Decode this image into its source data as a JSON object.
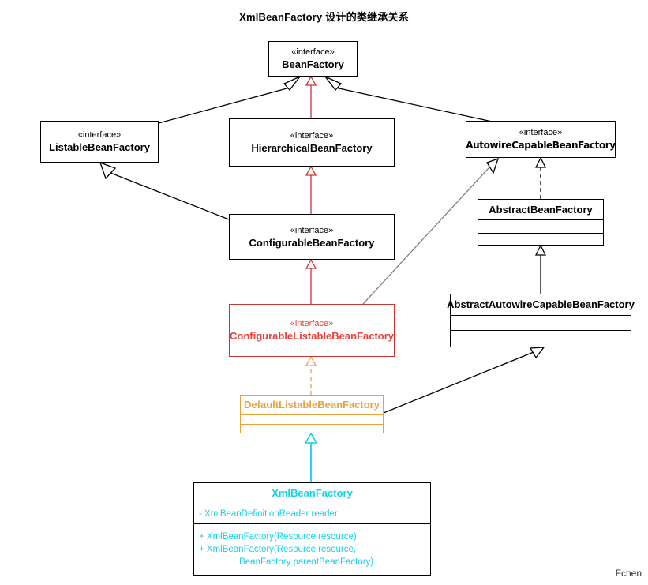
{
  "title": "XmlBeanFactory 设计的类继承关系",
  "watermark": "Fchen",
  "colors": {
    "black": "#000000",
    "red": "#e8413c",
    "red_border": "#cc3333",
    "orange": "#e8a33d",
    "cyan": "#15d2e8",
    "gray_line": "#808080",
    "background": "#ffffff"
  },
  "stereotype_label": "«interface»",
  "classes": {
    "bean_factory": {
      "stereotype": "«interface»",
      "name": "BeanFactory",
      "kind": "interface",
      "color": "black"
    },
    "listable_bean_factory": {
      "stereotype": "«interface»",
      "name": "ListableBeanFactory",
      "kind": "interface",
      "color": "black"
    },
    "hierarchical_bean_factory": {
      "stereotype": "«interface»",
      "name": "HierarchicalBeanFactory",
      "kind": "interface",
      "color": "black"
    },
    "autowire_capable_bean_factory": {
      "stereotype": "«interface»",
      "name": "AutowireCapableBeanFactory",
      "kind": "interface",
      "color": "black"
    },
    "configurable_bean_factory": {
      "stereotype": "«interface»",
      "name": "ConfigurableBeanFactory",
      "kind": "interface",
      "color": "black"
    },
    "abstract_bean_factory": {
      "name": "AbstractBeanFactory",
      "kind": "class",
      "color": "black",
      "fields": "",
      "methods": ""
    },
    "configurable_listable_bean_factory": {
      "stereotype": "«interface»",
      "name": "ConfigurableListableBeanFactory",
      "kind": "interface",
      "color": "red"
    },
    "abstract_autowire_capable_bean_factory": {
      "name": "AbstractAutowireCapableBeanFactory",
      "kind": "class",
      "color": "black",
      "fields": "",
      "methods": ""
    },
    "default_listable_bean_factory": {
      "name": "DefaultListableBeanFactory",
      "kind": "class",
      "color": "orange",
      "fields": "",
      "methods": ""
    },
    "xml_bean_factory": {
      "name": "XmlBeanFactory",
      "kind": "class",
      "color": "cyan",
      "fields": "- XmlBeanDefinitionReader reader",
      "methods_line1": "+ XmlBeanFactory(Resource resource)",
      "methods_line2": "+ XmlBeanFactory(Resource resource,",
      "methods_line3": "                BeanFactory parentBeanFactory)"
    }
  },
  "relationships": [
    {
      "from": "ListableBeanFactory",
      "to": "BeanFactory",
      "type": "generalization",
      "style": "solid",
      "color": "#000000"
    },
    {
      "from": "HierarchicalBeanFactory",
      "to": "BeanFactory",
      "type": "generalization",
      "style": "solid",
      "color": "#cc3333"
    },
    {
      "from": "AutowireCapableBeanFactory",
      "to": "BeanFactory",
      "type": "generalization",
      "style": "solid",
      "color": "#000000"
    },
    {
      "from": "ConfigurableBeanFactory",
      "to": "ListableBeanFactory",
      "type": "generalization",
      "style": "solid",
      "color": "#000000"
    },
    {
      "from": "ConfigurableBeanFactory",
      "to": "HierarchicalBeanFactory",
      "type": "generalization",
      "style": "solid",
      "color": "#cc3333"
    },
    {
      "from": "AbstractBeanFactory",
      "to": "AutowireCapableBeanFactory",
      "type": "realization",
      "style": "dashed",
      "color": "#000000"
    },
    {
      "from": "ConfigurableListableBeanFactory",
      "to": "ConfigurableBeanFactory",
      "type": "generalization",
      "style": "solid",
      "color": "#cc3333"
    },
    {
      "from": "ConfigurableListableBeanFactory",
      "to": "AutowireCapableBeanFactory",
      "type": "generalization",
      "style": "solid",
      "color": "#808080"
    },
    {
      "from": "AbstractAutowireCapableBeanFactory",
      "to": "AbstractBeanFactory",
      "type": "generalization",
      "style": "solid",
      "color": "#000000"
    },
    {
      "from": "DefaultListableBeanFactory",
      "to": "ConfigurableListableBeanFactory",
      "type": "realization",
      "style": "dashed",
      "color": "#e8a33d"
    },
    {
      "from": "DefaultListableBeanFactory",
      "to": "AbstractAutowireCapableBeanFactory",
      "type": "generalization",
      "style": "solid",
      "color": "#000000"
    },
    {
      "from": "XmlBeanFactory",
      "to": "DefaultListableBeanFactory",
      "type": "generalization",
      "style": "solid",
      "color": "#15d2e8"
    }
  ]
}
